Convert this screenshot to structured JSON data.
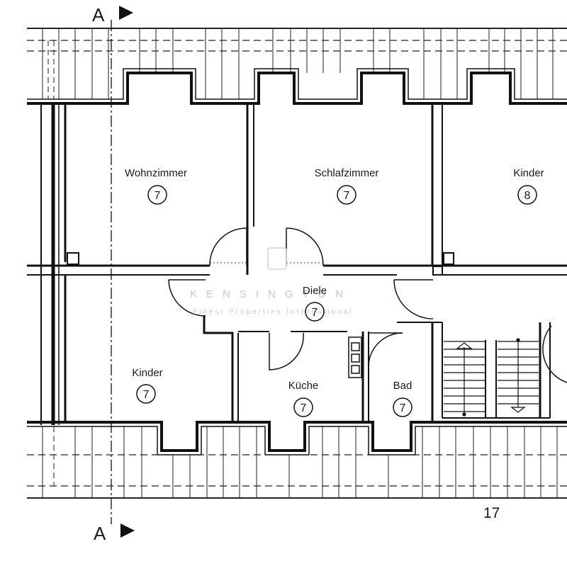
{
  "section_marker": {
    "label": "A"
  },
  "rooms": [
    {
      "id": "wohnzimmer",
      "name": "Wohnzimmer",
      "number": "7"
    },
    {
      "id": "schlafzimmer",
      "name": "Schlafzimmer",
      "number": "7"
    },
    {
      "id": "kinder-top",
      "name": "Kinder",
      "number": "8"
    },
    {
      "id": "diele",
      "name": "Diele",
      "number": "7"
    },
    {
      "id": "kinder-bottom",
      "name": "Kinder",
      "number": "7"
    },
    {
      "id": "kueche",
      "name": "Küche",
      "number": "7"
    },
    {
      "id": "bad",
      "name": "Bad",
      "number": "7"
    }
  ],
  "page_number": "17",
  "watermark": {
    "brand": "KENSINGTON",
    "tagline": "Finest Properties International"
  }
}
